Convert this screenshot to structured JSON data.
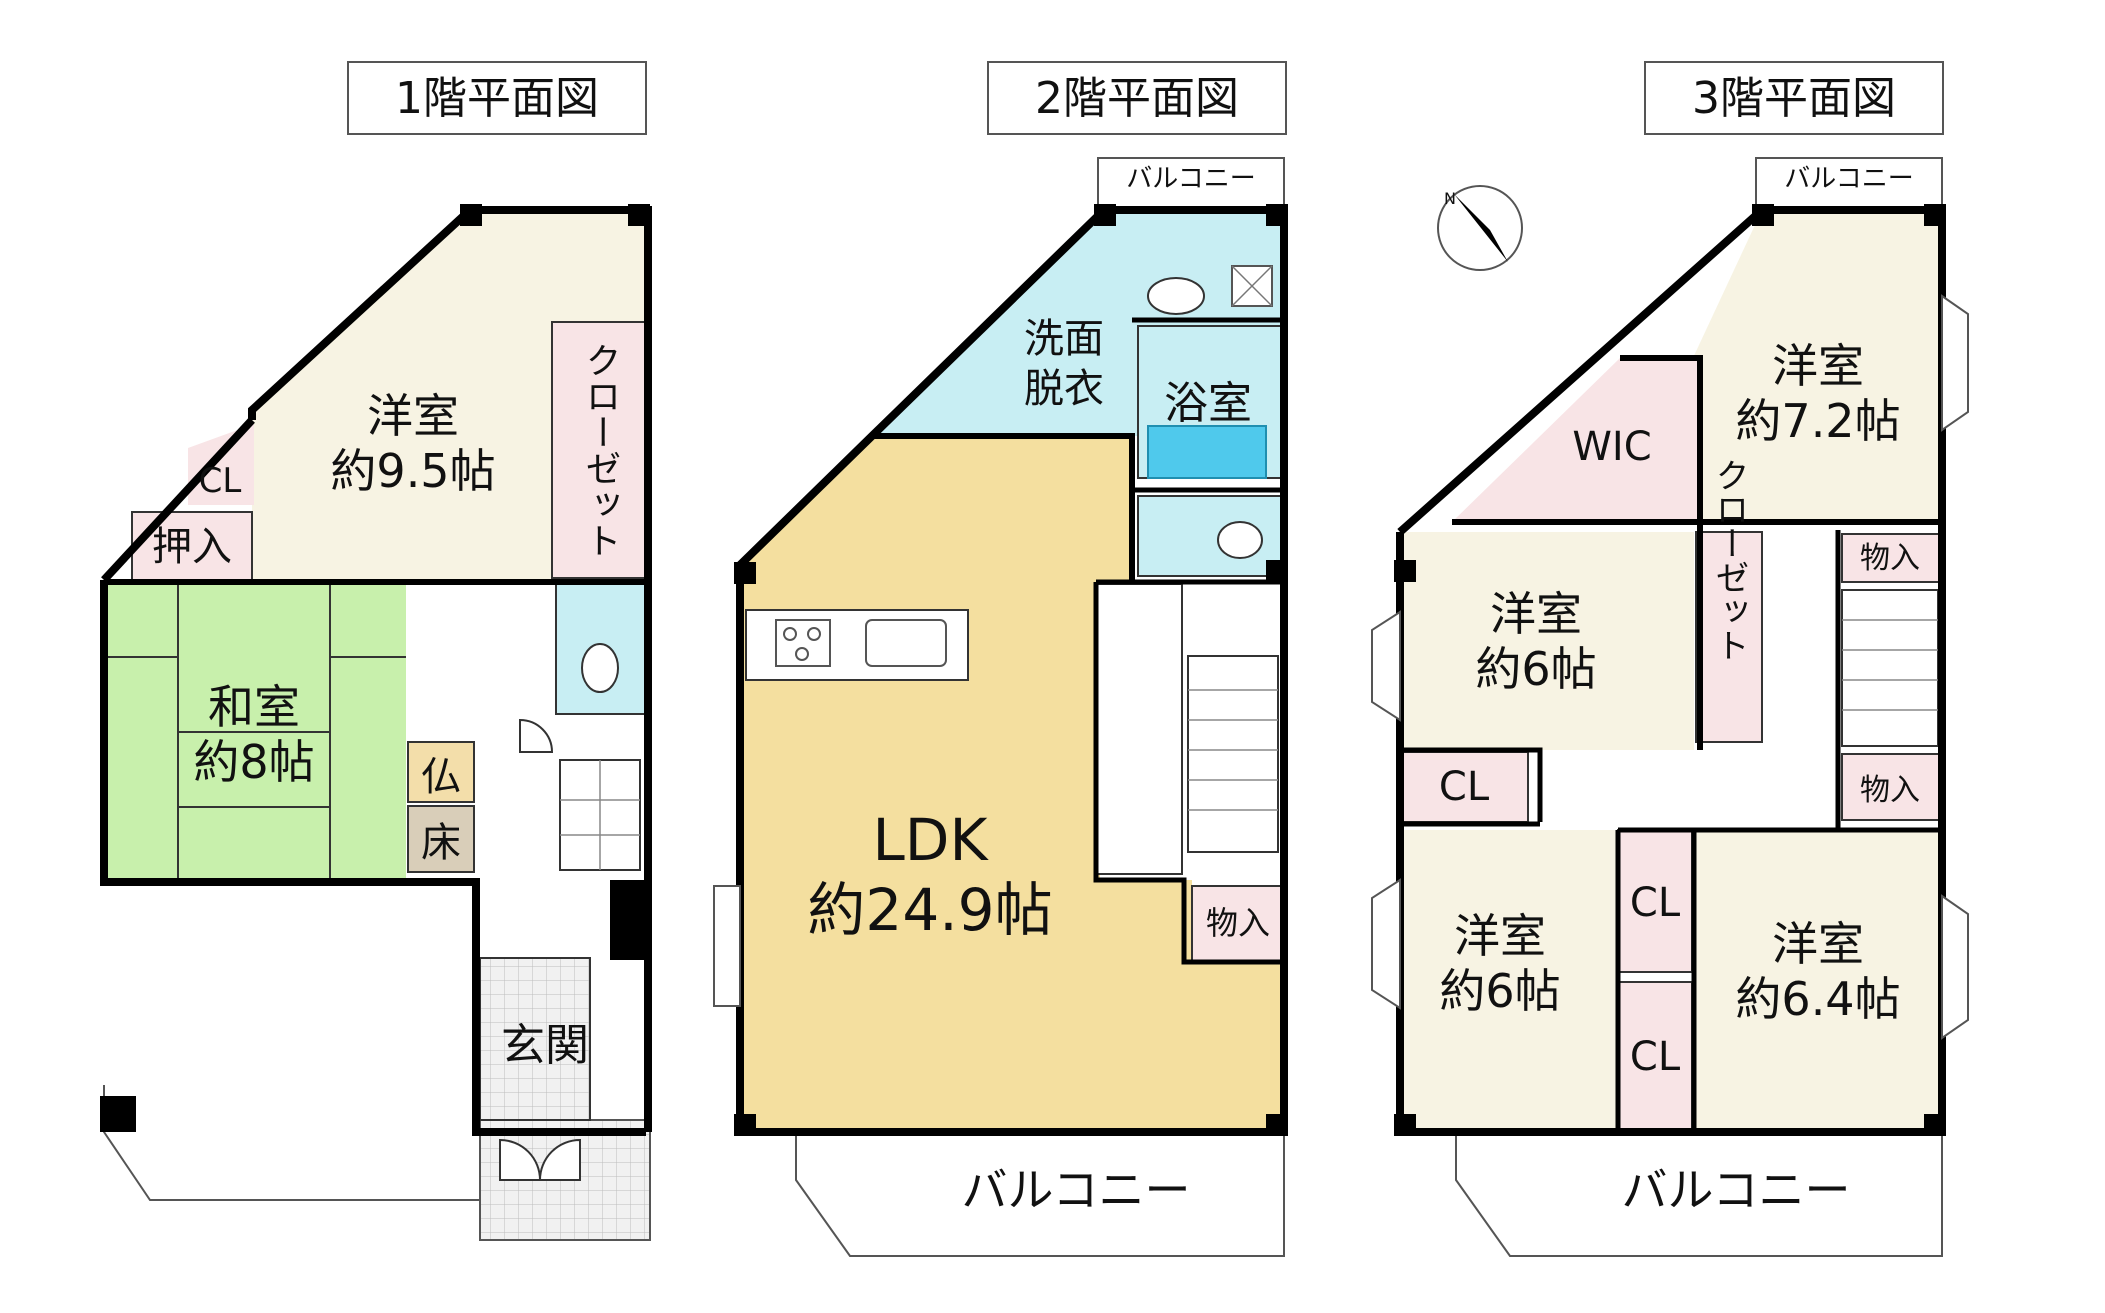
{
  "floors": [
    {
      "title": "1階平面図",
      "rooms": {
        "yoshitsu": {
          "name": "洋室",
          "size": "約9.5帖"
        },
        "washitsu": {
          "name": "和室",
          "size": "約8帖"
        },
        "closet": "クローゼット",
        "cl": "CL",
        "oshiire": "押入",
        "butsudan": "仏",
        "toko": "床",
        "genkan": "玄関"
      }
    },
    {
      "title": "2階平面図",
      "rooms": {
        "ldk": {
          "name": "LDK",
          "size": "約24.9帖"
        },
        "senmen": [
          "洗面",
          "脱衣"
        ],
        "yokushitsu": "浴室",
        "monoire": "物入",
        "balcony_top": "バルコニー",
        "balcony_bottom": "バルコニー"
      }
    },
    {
      "title": "3階平面図",
      "rooms": {
        "room_ne": {
          "name": "洋室",
          "size": "約7.2帖"
        },
        "room_w": {
          "name": "洋室",
          "size": "約6帖"
        },
        "room_sw": {
          "name": "洋室",
          "size": "約6帖"
        },
        "room_se": {
          "name": "洋室",
          "size": "約6.4帖"
        },
        "wic": "WIC",
        "closet": "クローゼット",
        "cl_1": "CL",
        "cl_2": "CL",
        "cl_3": "CL",
        "monoire_1": "物入",
        "monoire_2": "物入",
        "balcony_top": "バルコニー",
        "balcony_bottom": "バルコニー"
      }
    }
  ],
  "compass": {
    "north_label": "N"
  },
  "colors": {
    "yoshitsu": "#f7f3e3",
    "washitsu": "#c8f0ac",
    "ldk": "#f4df9f",
    "wet": "#c8eef3",
    "storage": "#f8e4e6",
    "butsu": "#f3deaa",
    "toko": "#d9ceb9",
    "wall": "#000000"
  }
}
